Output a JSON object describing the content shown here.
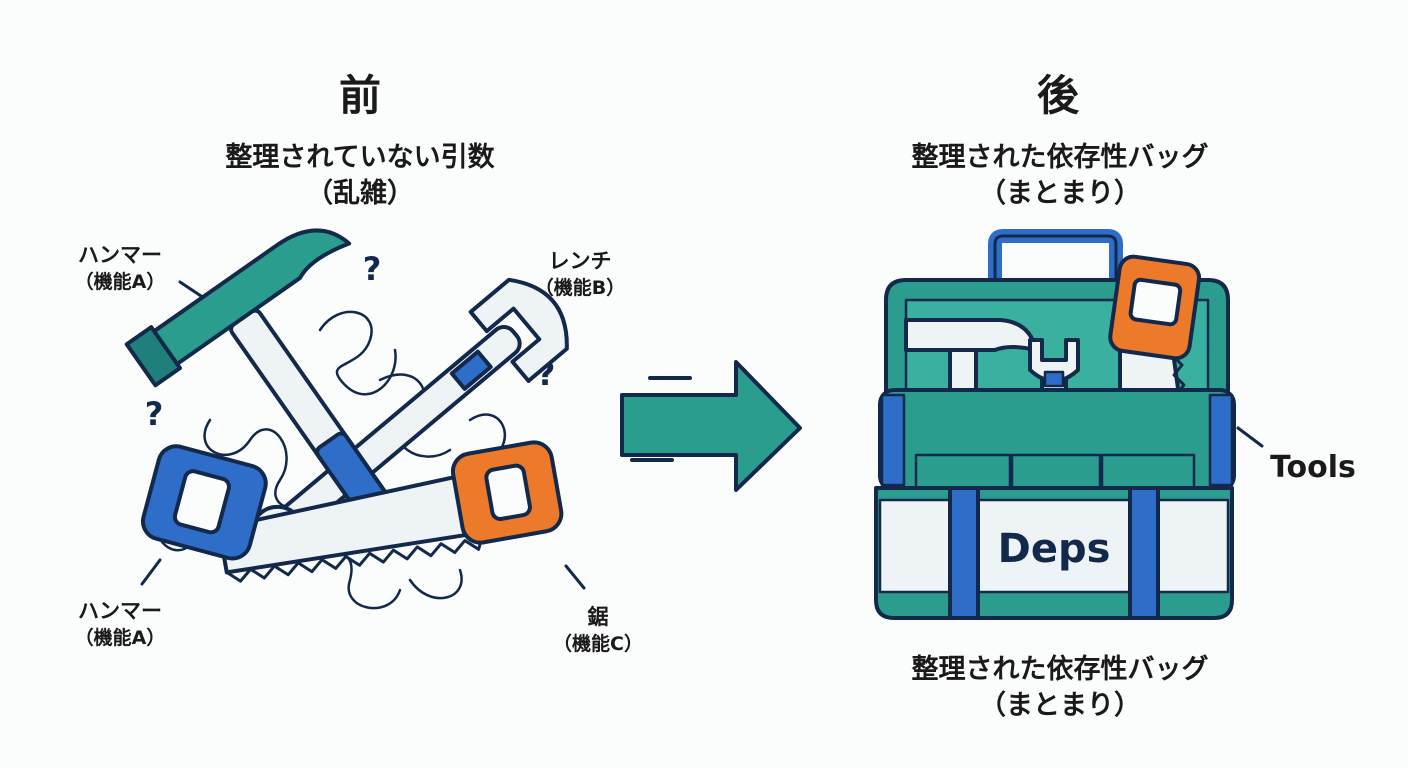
{
  "before": {
    "heading": "前",
    "subtitle_line1": "整理されていない引数",
    "subtitle_line2": "（乱雑）",
    "labels": [
      {
        "name": "ハンマー",
        "sub": "（機能A）"
      },
      {
        "name": "レンチ",
        "sub": "（機能B）"
      },
      {
        "name": "ハンマー",
        "sub": "（機能A）"
      },
      {
        "name": "鋸",
        "sub": "（機能C）"
      }
    ],
    "question_mark": "?"
  },
  "after": {
    "heading": "後",
    "subtitle_line1": "整理された依存性バッグ",
    "subtitle_line2": "（まとまり）",
    "bag_label": "Deps",
    "tools_label": "Tools",
    "caption_line1": "整理された依存性バッグ",
    "caption_line2": "（まとまり）"
  },
  "colors": {
    "teal": "#2a9d8f",
    "dark_teal": "#1f7f7a",
    "blue": "#2f6ec8",
    "orange": "#ec7a2a",
    "navy": "#13294b",
    "light": "#eef3f6"
  }
}
